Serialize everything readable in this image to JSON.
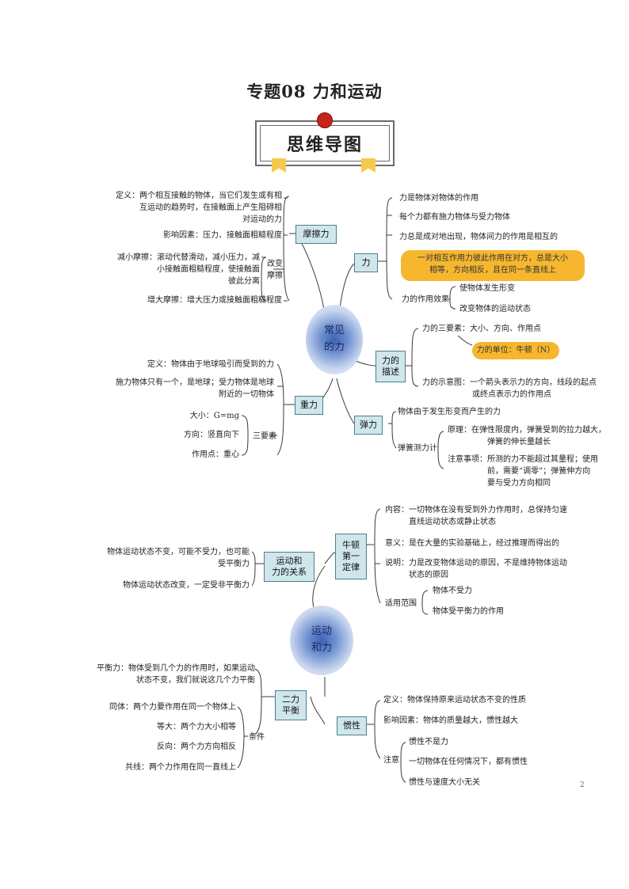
{
  "title": "专题08  力和运动",
  "banner": "思维导图",
  "page_number": "2",
  "part1": {
    "center": [
      "常见",
      "的力"
    ],
    "friction": {
      "box": "摩擦力",
      "definition": [
        "定义：两个相互接触的物体，当它们发生或有相",
        "互运动的趋势时，在接触面上产生阻碍相",
        "对运动的力"
      ],
      "factors": "影响因素：压力、接触面粗糙程度",
      "reduce": [
        "减小摩擦：滚动代替滑动，减小压力，减",
        "小接触面粗糙程度，使接触面",
        "彼此分离"
      ],
      "change": [
        "改变",
        "摩擦"
      ],
      "increase": "增大摩擦：增大压力或接触面粗糙程度"
    },
    "force": {
      "box": "力",
      "items": [
        "力是物体对物体的作用",
        "每个力都有施力物体与受力物体",
        "力总是成对地出现，物体间力的作用是相互的"
      ],
      "highlight": [
        "一对相互作用力彼此作用在对方，总是大小",
        "相等，方向相反，且在同一条直线上"
      ],
      "effect_label": "力的作用效果",
      "effects": [
        "使物体发生形变",
        "改变物体的运动状态"
      ]
    },
    "description": {
      "box": [
        "力的",
        "描述"
      ],
      "three": "力的三要素：大小、方向、作用点",
      "unit": "力的单位：牛顿（N）",
      "diagram": [
        "力的示意图：一个箭头表示力的方向，线段的起点",
        "或终点表示力的作用点"
      ]
    },
    "gravity": {
      "box": "重力",
      "definition": "定义：物体由于地球吸引而受到的力",
      "applier": [
        "施力物体只有一个，是地球；受力物体是地球",
        "附近的一切物体"
      ],
      "size": "大小：G=mg",
      "direction": "方向：竖直向下",
      "point": "作用点：重心",
      "three": "三要素"
    },
    "elastic": {
      "box": "弹力",
      "definition": "物体由于发生形变而产生的力",
      "spring": "弹簧测力计",
      "principle": [
        "原理：在弹性限度内，弹簧受到的拉力越大，",
        "弹簧的伸长量越长"
      ],
      "notes": [
        "注意事项：所测的力不能超过其量程；使用",
        "前，需要“调零”；弹簧伸方向",
        "要与受力方向相同"
      ]
    }
  },
  "part2": {
    "center": [
      "运动",
      "和力"
    ],
    "newton": {
      "box": [
        "牛顿",
        "第一",
        "定律"
      ],
      "content": [
        "内容：一切物体在没有受到外力作用时，总保持匀速",
        "直线运动状态或静止状态"
      ],
      "meaning": "意义：是在大量的实验基础上，经过推理而得出的",
      "explain": [
        "说明：力是改变物体运动的原因，不是维持物体运动",
        "状态的原因"
      ],
      "scope_label": "适用范围",
      "scope": [
        "物体不受力",
        "物体受平衡力的作用"
      ]
    },
    "relation": {
      "box": [
        "运动和",
        "力的关系"
      ],
      "a": [
        "物体运动状态不变，可能不受力，也可能",
        "受平衡力"
      ],
      "b": "物体运动状态改变，一定受非平衡力"
    },
    "balance": {
      "box": [
        "二力",
        "平衡"
      ],
      "definition": [
        "平衡力：物体受到几个力的作用时，如果运动",
        "状态不变，我们就说这几个力平衡"
      ],
      "conditions_label": "条件",
      "conditions": [
        "同体：两个力要作用在同一个物体上",
        "等大：两个力大小相等",
        "反向：两个力方向相反",
        "共线：两个力作用在同一直线上"
      ]
    },
    "inertia": {
      "box": "惯性",
      "definition": "定义：物体保持原来运动状态不变的性质",
      "factor": "影响因素：物体的质量越大，惯性越大",
      "note_label": "注意",
      "notes": [
        "惯性不是力",
        "一切物体在任何情况下，都有惯性",
        "惯性与速度大小无关"
      ]
    }
  }
}
